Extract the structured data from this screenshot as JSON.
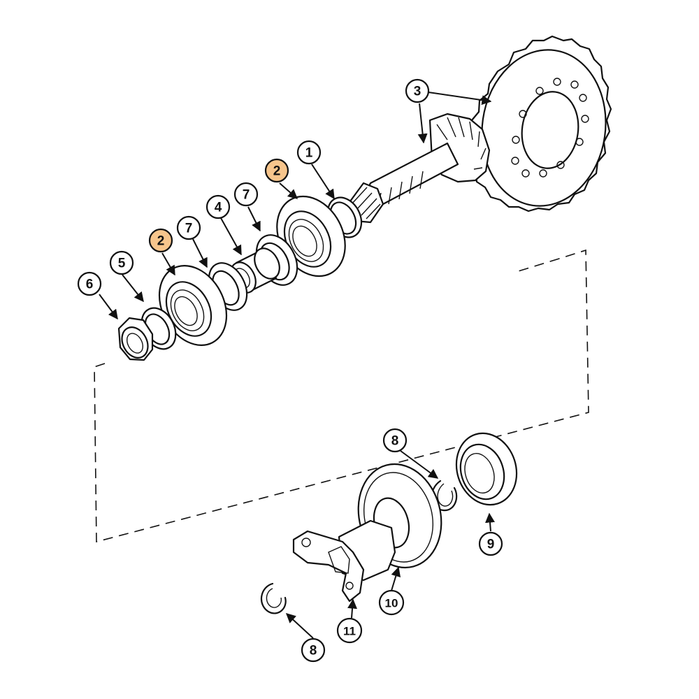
{
  "callouts": [
    {
      "id": "c1",
      "label": "1",
      "highlight": false
    },
    {
      "id": "c2a",
      "label": "2",
      "highlight": true
    },
    {
      "id": "c2b",
      "label": "2",
      "highlight": true
    },
    {
      "id": "c3",
      "label": "3",
      "highlight": false
    },
    {
      "id": "c4",
      "label": "4",
      "highlight": false
    },
    {
      "id": "c5",
      "label": "5",
      "highlight": false
    },
    {
      "id": "c6",
      "label": "6",
      "highlight": false
    },
    {
      "id": "c7a",
      "label": "7",
      "highlight": false
    },
    {
      "id": "c7b",
      "label": "7",
      "highlight": false
    },
    {
      "id": "c8a",
      "label": "8",
      "highlight": false
    },
    {
      "id": "c8b",
      "label": "8",
      "highlight": false
    },
    {
      "id": "c9",
      "label": "9",
      "highlight": false
    },
    {
      "id": "c10",
      "label": "10",
      "highlight": false
    },
    {
      "id": "c11",
      "label": "11",
      "highlight": false
    }
  ],
  "colors": {
    "highlight": "#f7c58c",
    "ink": "#111111",
    "background": "#ffffff"
  }
}
